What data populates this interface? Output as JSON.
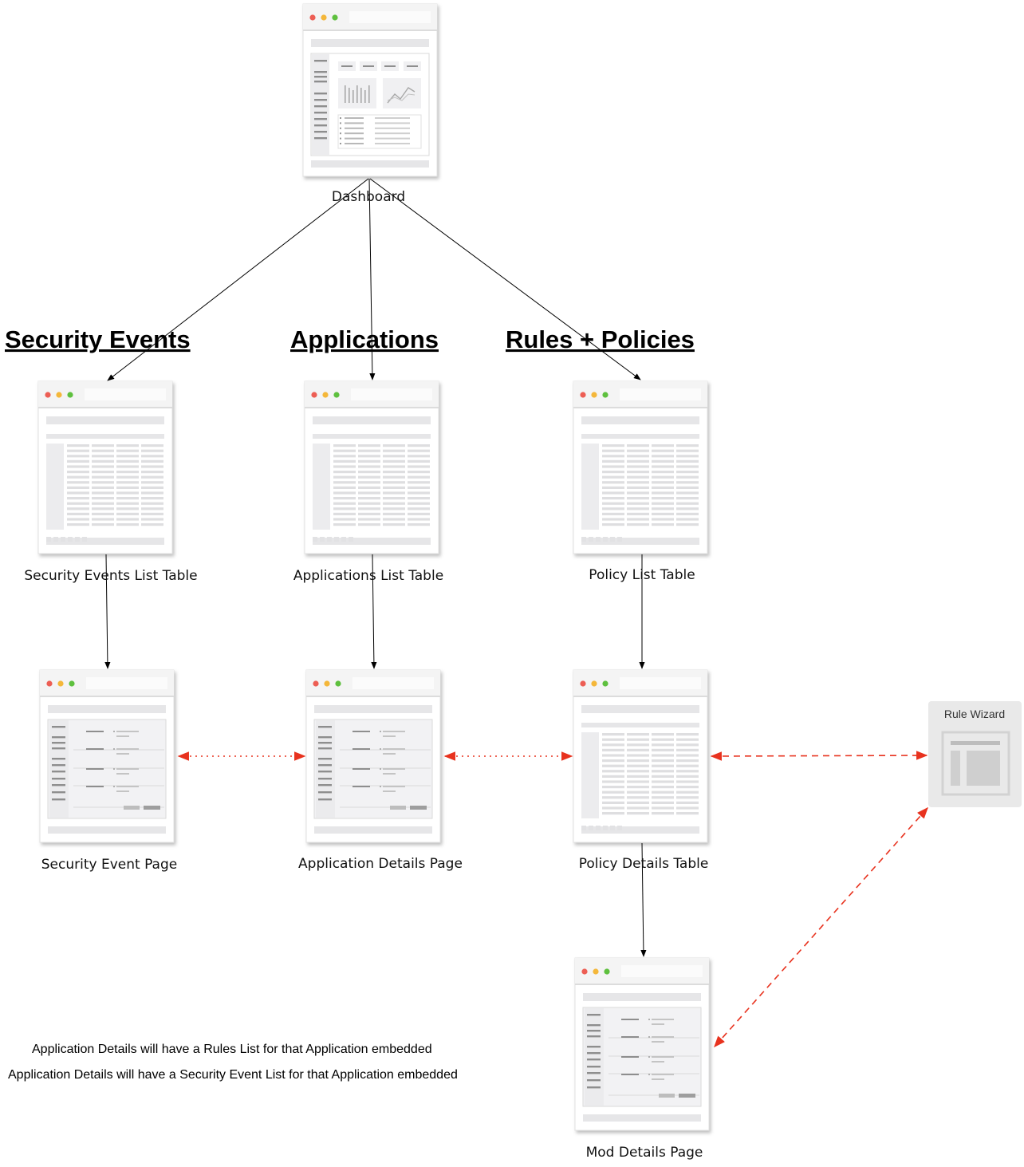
{
  "sections": {
    "security_events": "Security Events",
    "applications": "Applications",
    "rules_policies": "Rules + Policies"
  },
  "nodes": {
    "dashboard": "Dashboard",
    "security_events_list": "Security Events List Table",
    "applications_list": "Applications List Table",
    "policy_list": "Policy List Table",
    "security_event_page": "Security Event Page",
    "application_details_page": "Application Details Page",
    "policy_details_table": "Policy Details Table",
    "mod_details_page": "Mod Details Page",
    "rule_wizard": "Rule Wizard"
  },
  "notes": {
    "line1": "Application Details will have a Rules List for that Application embedded",
    "line2": "Application Details will have a Security Event List for that Application embedded"
  },
  "colors": {
    "arrow": "#000000",
    "bidirectional": "#e8321e",
    "dot_red": "#ed5e54",
    "dot_yellow": "#f4b73a",
    "dot_green": "#5ec03e"
  }
}
